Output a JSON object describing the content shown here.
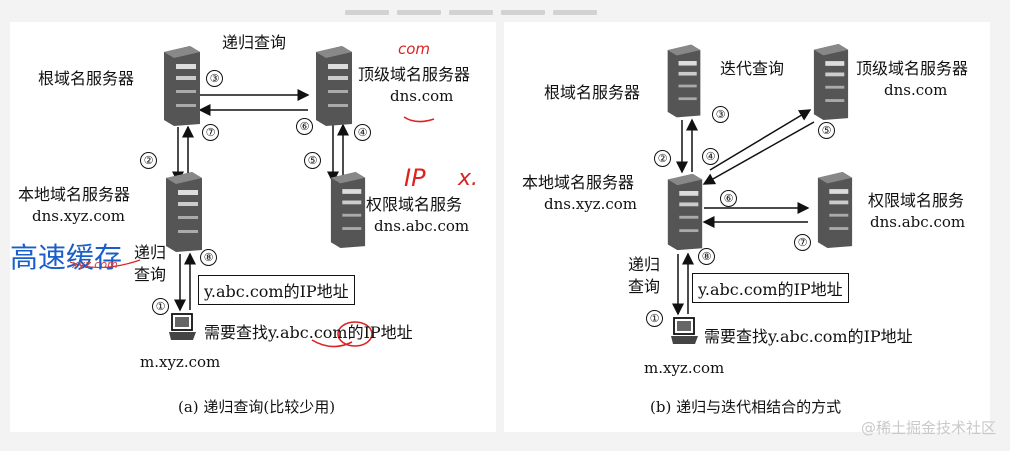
{
  "panel_a": {
    "title": "递归查询",
    "root_label": "根域名服务器",
    "tld_label": "顶级域名服务器",
    "tld_sub": "dns.com",
    "auth_label": "权限域名服务",
    "auth_sub": "dns.abc.com",
    "local_label": "本地域名服务器",
    "local_sub": "dns.xyz.com",
    "client_label": "需要查找y.abc.com的IP地址",
    "client_sub": "m.xyz.com",
    "side_label_1": "递归",
    "side_label_2": "查询",
    "answer_box": "y.abc.com的IP地址",
    "caption": "(a) 递归查询(比较少用)",
    "steps": [
      "①",
      "②",
      "③",
      "④",
      "⑤",
      "⑥",
      "⑦",
      "⑧"
    ],
    "annotations": {
      "note_com": "com",
      "note_ip": "IP",
      "note_x": "x.",
      "note_cache": "高速缓存",
      "note_xyz": "xyz.com"
    }
  },
  "panel_b": {
    "title": "迭代查询",
    "root_label": "根域名服务器",
    "tld_label": "顶级域名服务器",
    "tld_sub": "dns.com",
    "auth_label": "权限域名服务",
    "auth_sub": "dns.abc.com",
    "local_label": "本地域名服务器",
    "local_sub": "dns.xyz.com",
    "client_label": "需要查找y.abc.com的IP地址",
    "client_sub": "m.xyz.com",
    "side_label_1": "递归",
    "side_label_2": "查询",
    "answer_box": "y.abc.com的IP地址",
    "caption": "(b) 递归与迭代相结合的方式",
    "steps": [
      "①",
      "②",
      "③",
      "④",
      "⑤",
      "⑥",
      "⑦",
      "⑧"
    ]
  },
  "watermark": "@稀土掘金技术社区"
}
